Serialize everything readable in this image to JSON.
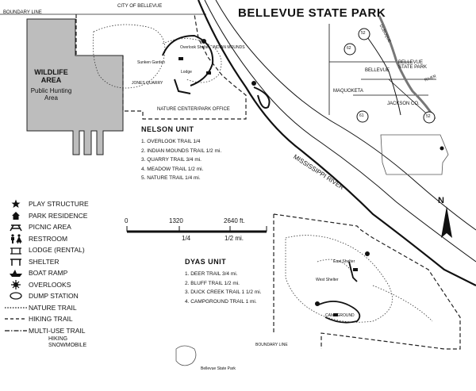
{
  "title": "BELLEVUE STATE PARK",
  "labels": {
    "boundary_line_top": "BOUNDARY LINE",
    "city": "CITY OF BELLEVUE",
    "boundary_line_bottom": "BOUNDARY LINE",
    "river": "MISSISSIPPI RIVER",
    "wildlife_area": "WILDLIFE AREA",
    "public_hunting": "Public Hunting Area",
    "nature_center": "NATURE CENTER/PARK OFFICE",
    "overlook_shelter": "Overlook Shelter",
    "indian_mounds": "INDIAN MOUNDS",
    "lodge": "Lodge",
    "sunken_garden": "Sunken Garden",
    "jones_quarry": "JONES QUARRY",
    "east_shelter": "East Shelter",
    "west_shelter": "West Shelter",
    "campground": "CAMPGROUND",
    "nelson_unit": "NELSON UNIT",
    "dyas_unit": "DYAS UNIT",
    "north": "N",
    "footer_text": "Bellevue State Park"
  },
  "inset_map": {
    "highway_route": "52",
    "highway_route_west": "62",
    "highway_route_south": "52",
    "highway_route_sw": "61",
    "bellevue": "BELLEVUE",
    "park": "BELLEVUE STATE PARK",
    "maquoketa": "MAQUOKETA",
    "jackson_co": "JACKSON CO.",
    "dubuque": "DUBUQUE",
    "river": "RIVER"
  },
  "nelson_trails": [
    "1. OVERLOOK TRAIL 1/4",
    "2. INDIAN MOUNDS TRAIL 1/2 mi.",
    "3. QUARRY TRAIL 3/4 mi.",
    "4. MEADOW TRAIL 1/2 mi.",
    "5. NATURE TRAIL 1/4 mi."
  ],
  "dyas_trails": [
    "1. DEER TRAIL 3/4 mi.",
    "2. BLUFF TRAIL 1/2 mi.",
    "3. DUCK CREEK TRAIL 1 1/2 mi.",
    "4. CAMPGROUND TRAIL 1 mi."
  ],
  "scale": {
    "tick_0": "0",
    "tick_1": "1320",
    "tick_2": "2640 ft.",
    "sub_1": "1/4",
    "sub_2": "1/2 mi."
  },
  "legend": [
    {
      "symbol": "star-icon",
      "label": "PLAY STRUCTURE"
    },
    {
      "symbol": "residence-icon",
      "label": "PARK RESIDENCE"
    },
    {
      "symbol": "picnic-icon",
      "label": "PICNIC AREA"
    },
    {
      "symbol": "restroom-icon",
      "label": "RESTROOM"
    },
    {
      "symbol": "lodge-icon",
      "label": "LODGE (RENTAL)"
    },
    {
      "symbol": "shelter-icon",
      "label": "SHELTER"
    },
    {
      "symbol": "boat-ramp-icon",
      "label": "BOAT RAMP"
    },
    {
      "symbol": "overlook-icon",
      "label": "OVERLOOKS"
    },
    {
      "symbol": "dump-station-icon",
      "label": "DUMP STATION"
    },
    {
      "symbol": "nature-trail-icon",
      "label": "NATURE TRAIL"
    },
    {
      "symbol": "hiking-trail-icon",
      "label": "HIKING TRAIL"
    },
    {
      "symbol": "multi-use-trail-icon",
      "label": "MULTI-USE TRAIL"
    }
  ],
  "legend_sub": [
    "HIKING",
    "SNOWMOBILE"
  ]
}
